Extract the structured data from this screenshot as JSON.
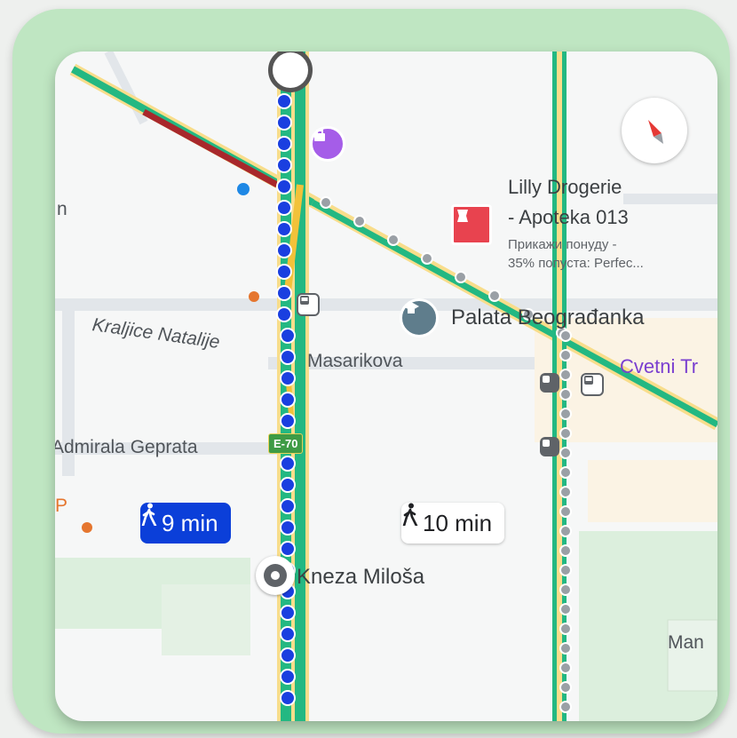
{
  "map": {
    "pois": {
      "lilly": {
        "name_line1": "Lilly Drogerie",
        "name_line2": "- Apoteka 013",
        "sub_line1": "Прикажи понуду -",
        "sub_line2": "35% попуста: Perfec...",
        "icon": "pharmacy-icon",
        "color": "#e8434f"
      },
      "palata": {
        "name": "Palata Beograđanka",
        "icon": "education-icon",
        "color": "#5f7d8c"
      },
      "kneza": {
        "name": "Kneza Miloša",
        "icon": "location-pin-icon"
      },
      "shop": {
        "icon": "shopping-bag-icon",
        "color": "#a55de8"
      }
    },
    "streets": {
      "kraljice": "Kraljice Natalije",
      "masarikova": "Masarikova",
      "admirala": "Admirala Geprata",
      "cvetni": "Cvetni Tr",
      "man": "Man",
      "partial_left": "n",
      "partial_p": "P"
    },
    "route_shield": "E-70",
    "walk_options": [
      {
        "label": "9 min",
        "icon": "walking-person-icon",
        "selected": true,
        "color": "#0b3fd9"
      },
      {
        "label": "10 min",
        "icon": "walking-person-icon",
        "selected": false
      }
    ],
    "compass_icon": "compass-icon",
    "colors": {
      "traffic_green": "#23b882",
      "traffic_red": "#a8282c",
      "traffic_yellow": "#f2c23a",
      "walk_dot": "#1a3fe0",
      "park": "#dcefdd"
    }
  }
}
